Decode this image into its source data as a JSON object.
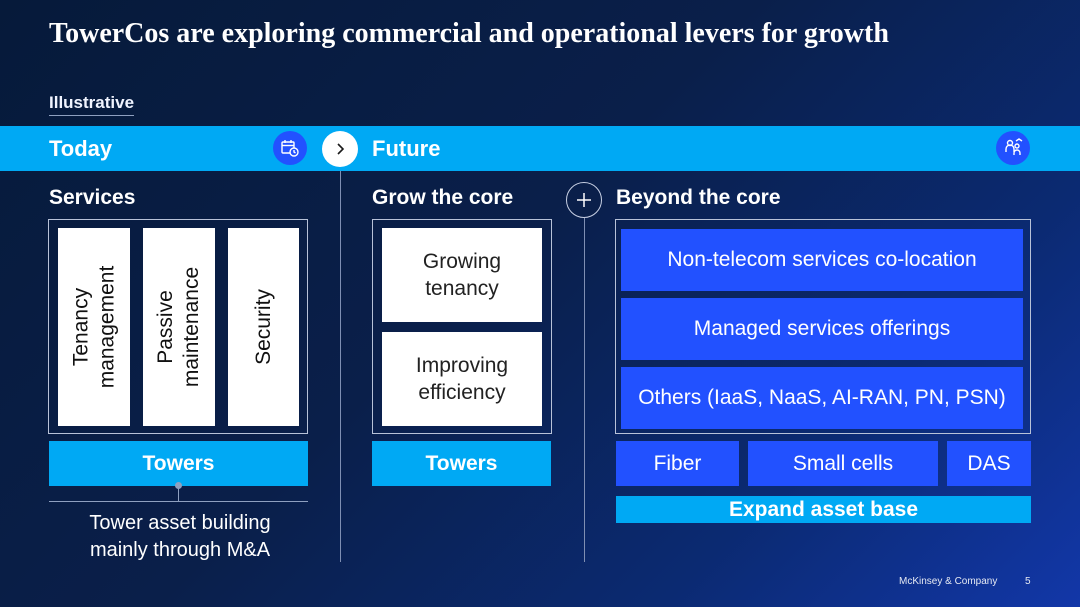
{
  "title": "TowerCos are exploring commercial and operational levers for growth",
  "subtitle": "Illustrative",
  "band": {
    "today": "Today",
    "future": "Future"
  },
  "sections": {
    "services": "Services",
    "grow_core": "Grow the core",
    "beyond_core": "Beyond the core"
  },
  "services_cards": [
    "Tenancy management",
    "Passive maintenance",
    "Security"
  ],
  "grow_cards": [
    "Growing tenancy",
    "Improving efficiency"
  ],
  "towers_label": "Towers",
  "tower_note": "Tower asset building mainly through M&A",
  "beyond_items": [
    "Non-telecom services co-location",
    "Managed services offerings",
    "Others (IaaS, NaaS, AI-RAN, PN, PSN)"
  ],
  "assets": [
    "Fiber",
    "Small cells",
    "DAS"
  ],
  "expand_label": "Expand asset base",
  "footer": {
    "company": "McKinsey & Company",
    "page": "5"
  },
  "colors": {
    "accent_cyan": "#00a9f4",
    "accent_blue": "#2251ff",
    "background": "#0a1f4a"
  },
  "icons": [
    "calendar-clock-icon",
    "chevron-right-icon",
    "people-growth-icon",
    "plus-icon"
  ]
}
